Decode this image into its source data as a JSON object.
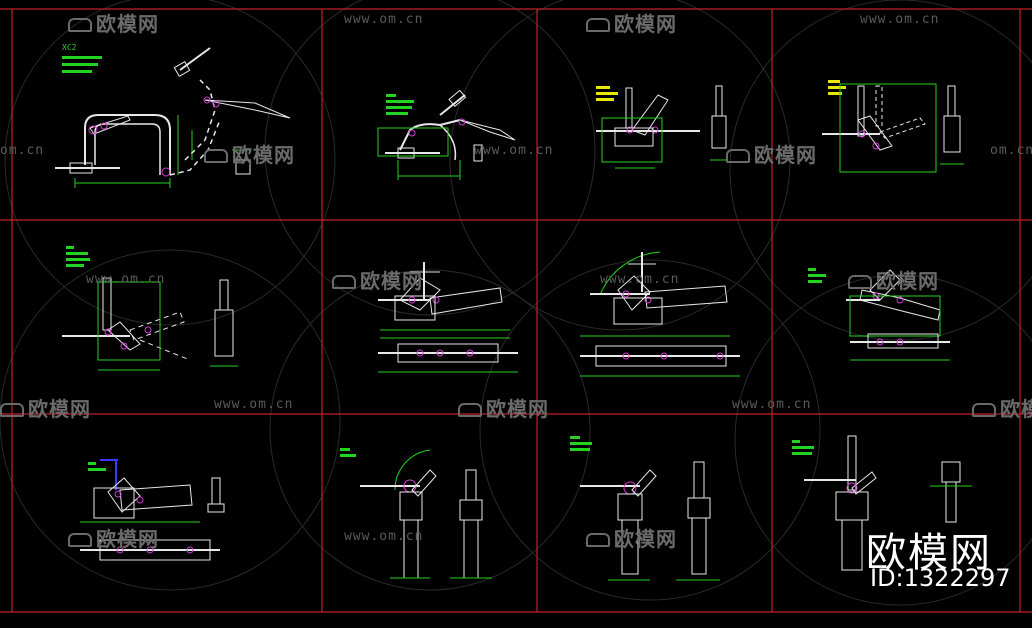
{
  "watermark": {
    "site_text": "www.om.cn",
    "site_partial": "om.cn",
    "brand_text": "欧模网",
    "id_text": "ID:1322297"
  },
  "drawing_labels": {
    "xc2": "XC2"
  },
  "colors": {
    "background": "#000000",
    "frame": "#c0202a",
    "dimension": "#22d322",
    "part": "#e8e8e8",
    "pivot": "#d23cd2",
    "note": "#e8e800",
    "accent": "#3a3aff"
  }
}
